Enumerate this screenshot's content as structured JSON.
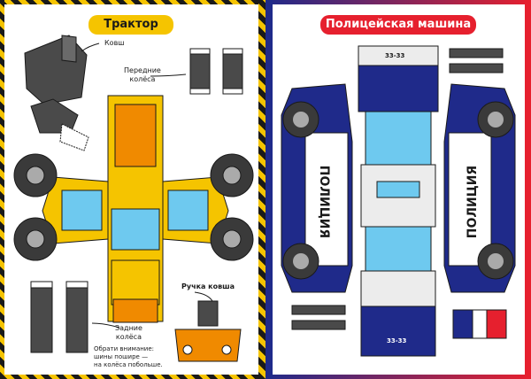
{
  "left_page": {
    "title": "Трактор",
    "labels": {
      "bucket": "Ковш",
      "front_wheels": "Передние\nколёса",
      "bucket_handle": "Ручка ковша",
      "rear_wheels": "Задние\nколёса",
      "note": "Обрати внимание:\nшины пошире —\nна колёса побольше."
    },
    "colors": {
      "stripe": "#f5c400",
      "body": "#f5c400",
      "accent": "#f08a00",
      "glass": "#6ec9ef"
    }
  },
  "right_page": {
    "title": "Полицейская машина",
    "door_text": "ПОЛИЦИЯ",
    "plate_top": "33-33",
    "plate_bottom": "33-33",
    "colors": {
      "body": "#1f2a8a",
      "title": "#e6202e",
      "glass": "#6ec9ef",
      "panel": "#ececec"
    }
  }
}
